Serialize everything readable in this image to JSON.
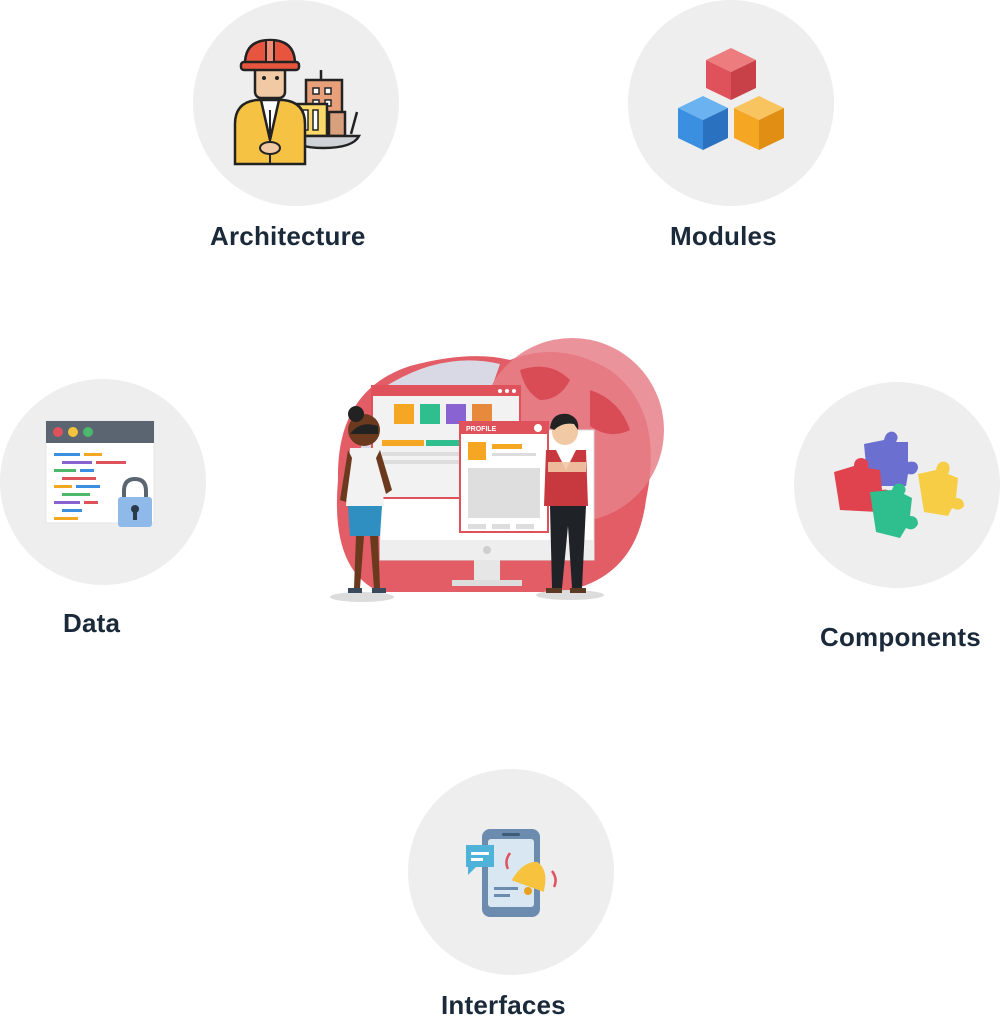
{
  "nodes": [
    {
      "id": "architecture",
      "label": "Architecture",
      "icon": "engineer-building-icon"
    },
    {
      "id": "modules",
      "label": "Modules",
      "icon": "cubes-icon"
    },
    {
      "id": "data",
      "label": "Data",
      "icon": "code-lock-icon"
    },
    {
      "id": "components",
      "label": "Components",
      "icon": "puzzle-pieces-icon"
    },
    {
      "id": "interfaces",
      "label": "Interfaces",
      "icon": "phone-notification-icon"
    }
  ],
  "center": {
    "screen_title": "PROFILE",
    "icon": "people-with-website-globe-illustration"
  },
  "colors": {
    "circle_bg": "#eeeeee",
    "label_text": "#1b2a3a",
    "accent_red": "#e0525b",
    "accent_orange": "#f5a623",
    "accent_blue": "#3b8fe0"
  }
}
